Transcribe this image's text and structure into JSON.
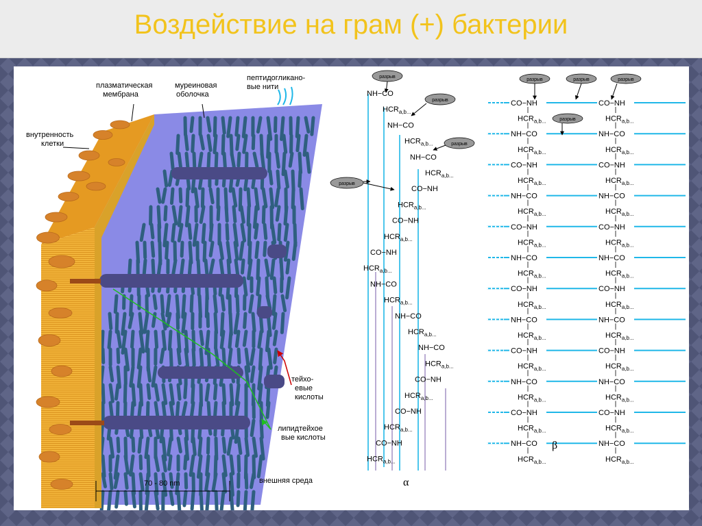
{
  "slide": {
    "title": "Воздействие на грам (+) бактерии",
    "colors": {
      "title": "#f2c31c",
      "membrane": "#e8a92c",
      "wall": "#8888e8",
      "fiber": "#3a5c7a",
      "teichoic": "#5a5a90",
      "chain_cyan": "#1fb7e8",
      "chain_lilac": "#a898c8"
    }
  },
  "cell_wall": {
    "labels": {
      "plasma_membrane": [
        "плазматическая",
        "мембрана"
      ],
      "murein": [
        "муреиновая",
        "оболочка"
      ],
      "peptidoglycan": [
        "пептидогликано-",
        "вые нити"
      ],
      "cell_interior": [
        "внутренность",
        "клетки"
      ],
      "teichoic": [
        "тейхо-",
        "евые",
        "кислоты"
      ],
      "lipoteichoic": [
        "липидтейхое",
        "вые кислоты"
      ],
      "outer_env": "внешняя среда",
      "thickness": "70 - 80 nm"
    }
  },
  "alpha": {
    "letter": "α",
    "break_label": "разрыв",
    "groups": [
      "NH−CO",
      "HCRa,b...",
      "NH−CO",
      "HCRa,b...",
      "NH−CO",
      "HCRa,b...",
      "CO−NH",
      "HCRa,b...",
      "CO−NH",
      "HCRa,b...",
      "CO−NH",
      "HCRa,b...",
      "NH−CO",
      "HCRa,b...",
      "NH−CO",
      "HCRa,b...",
      "NH−CO",
      "HCRa,b...",
      "CO−NH",
      "HCRa,b...",
      "CO−NH",
      "HCRa,b...",
      "CO−NH",
      "HCRa,b..."
    ]
  },
  "beta": {
    "letter": "β",
    "break_label": "разрыв",
    "rows": [
      {
        "left": "CO−NH",
        "right": "CO−NH"
      },
      {
        "left": "HCRa,b...",
        "right": "HCRa,b..."
      },
      {
        "left": "NH−CO",
        "right": "NH−CO"
      },
      {
        "left": "HCRa,b...",
        "right": "HCRa,b..."
      },
      {
        "left": "CO−NH",
        "right": "CO−NH"
      },
      {
        "left": "HCRa,b...",
        "right": "HCRa,b..."
      },
      {
        "left": "NH−CO",
        "right": "NH−CO"
      },
      {
        "left": "HCRa,b...",
        "right": "HCRa,b..."
      },
      {
        "left": "CO−NH",
        "right": "CO−NH"
      },
      {
        "left": "HCRa,b...",
        "right": "HCRa,b..."
      },
      {
        "left": "NH−CO",
        "right": "NH−CO"
      },
      {
        "left": "HCRa,b...",
        "right": "HCRa,b..."
      },
      {
        "left": "CO−NH",
        "right": "CO−NH"
      },
      {
        "left": "HCRa,b...",
        "right": "HCRa,b..."
      },
      {
        "left": "NH−CO",
        "right": "NH−CO"
      },
      {
        "left": "HCRa,b...",
        "right": "HCRa,b..."
      },
      {
        "left": "CO−NH",
        "right": "CO−NH"
      },
      {
        "left": "HCRa,b...",
        "right": "HCRa,b..."
      },
      {
        "left": "NH−CO",
        "right": "NH−CO"
      },
      {
        "left": "HCRa,b...",
        "right": "HCRa,b..."
      },
      {
        "left": "CO−NH",
        "right": "CO−NH"
      },
      {
        "left": "HCRa,b...",
        "right": "HCRa,b..."
      },
      {
        "left": "NH−CO",
        "right": "NH−CO"
      },
      {
        "left": "HCRa,b...",
        "right": "HCRa,b..."
      }
    ]
  }
}
